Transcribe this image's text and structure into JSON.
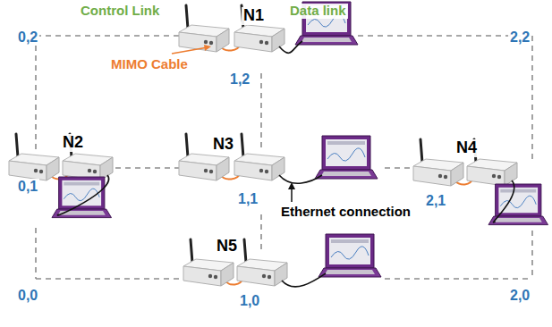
{
  "diagram": {
    "labels": [
      "Control Link",
      "N1",
      "Data link",
      "MIMO Cable",
      "0,2",
      "1,2",
      "2,2",
      "N2",
      "N3",
      "N4",
      "0,1",
      "1,1",
      "Ethernet connection",
      "2,1",
      "N5",
      "0,0",
      "1,0",
      "2,0"
    ]
  }
}
